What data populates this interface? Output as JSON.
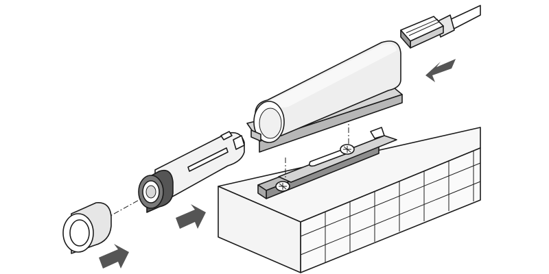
{
  "colors": {
    "background": "#ffffff",
    "outline": "#1a1a1a",
    "arrow_fill": "#555555",
    "part_fill_light": "#f1f1f1",
    "part_fill_mid": "#e3e3e3",
    "part_fill_dark": "#bdbdbd",
    "part_fill_shadow": "#8e8e8e",
    "cabinet_fill": "#f7f7f7"
  },
  "icons": {
    "arrow_right_1": "push-arrow-right",
    "arrow_right_2": "push-arrow-right",
    "arrow_left": "push-arrow-left",
    "screw": "phillips-screw"
  }
}
